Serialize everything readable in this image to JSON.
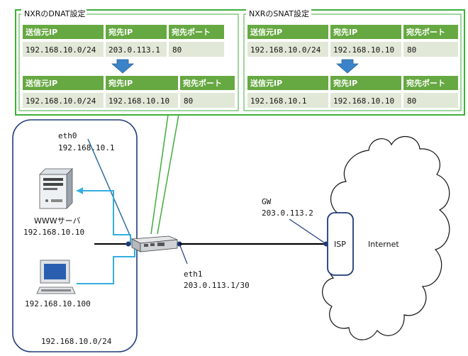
{
  "colors": {
    "green": "#3fae3a",
    "header_green": "#66a841",
    "row_grey": "#e2e8d8",
    "navy": "#1f3b7a",
    "blue_arrow": "#3b83c8",
    "cyan_line": "#33aee0",
    "steel_line": "#2e6e9e"
  },
  "dnat": {
    "title": "NXRのDNAT設定",
    "headers": [
      "送信元IP",
      "宛先IP",
      "宛先ポート"
    ],
    "before": [
      "192.168.10.0/24",
      "203.0.113.1",
      "80"
    ],
    "after": [
      "192.168.10.0/24",
      "192.168.10.10",
      "80"
    ]
  },
  "snat": {
    "title": "NXRのSNAT設定",
    "headers": [
      "送信元IP",
      "宛先IP",
      "宛先ポート"
    ],
    "before": [
      "192.168.10.0/24",
      "192.168.10.10",
      "80"
    ],
    "after": [
      "192.168.10.1",
      "192.168.10.10",
      "80"
    ]
  },
  "lan": {
    "eth0_name": "eth0",
    "eth0_ip": "192.168.10.1",
    "server_name": "WWWサーバ",
    "server_ip": "192.168.10.10",
    "pc_ip": "192.168.10.100",
    "network": "192.168.10.0/24"
  },
  "wan": {
    "eth1_name": "eth1",
    "eth1_ip": "203.0.113.1/30",
    "gw_name": "GW",
    "gw_ip": "203.0.113.2",
    "isp": "ISP",
    "internet": "Internet"
  },
  "icons": {
    "server": "server-icon",
    "pc": "pc-icon",
    "router": "router-icon",
    "cloud": "cloud-icon",
    "arrow": "down-arrow-icon"
  }
}
